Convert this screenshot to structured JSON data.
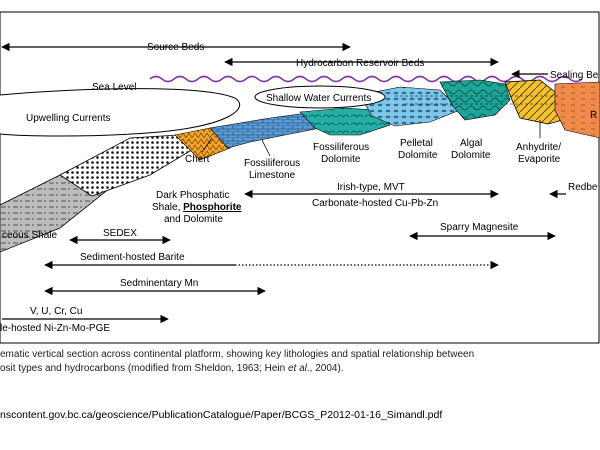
{
  "diagram": {
    "labels": {
      "source_beds": "Source Beds",
      "hydrocarbon_reservoir_beds": "Hydrocarbon Reservoir Beds",
      "sealing_beds": "Sealing Be",
      "sea_level": "Sea Level",
      "upwelling_currents": "Upwelling Currents",
      "shallow_water_currents": "Shallow Water Currents",
      "red_right": "R",
      "chert": "Chert",
      "fossiliferous_limestone_1": "Fossiliferous",
      "fossiliferous_limestone_2": "Limestone",
      "fossiliferous_dolomite_1": "Fossiliferous",
      "fossiliferous_dolomite_2": "Dolomite",
      "pelletal_dolomite_1": "Pelletal",
      "pelletal_dolomite_2": "Dolomite",
      "algal_dolomite_1": "Algal",
      "algal_dolomite_2": "Dolomite",
      "anhydrite_1": "Anhydrite/",
      "anhydrite_2": "Evaporite",
      "dark_phosphatic_1": "Dark Phosphatic",
      "dark_phosphatic_2a": "Shale, ",
      "dark_phosphatic_2b": "Phosphorite",
      "dark_phosphatic_3": "and Dolomite",
      "irish_type": "Irish-type, MVT",
      "carbonate_hosted": "Carbonate-hosted Cu-Pb-Zn",
      "redbe": "Redbe",
      "ceous_shale": "ceous Shale",
      "sedex": "SEDEX",
      "sparry_magnesite": "Sparry Magnesite",
      "sediment_hosted_barite": "Sediment-hosted Barite",
      "sedimentary_mn": "Sedminentary Mn",
      "v_u_cr_cu": "V, U, Cr, Cu",
      "shale_hosted": "le-hosted Ni-Zn-Mo-PGE"
    },
    "caption_line1": "ematic vertical section across continental platform, showing key lithologies and spatial relationship between",
    "caption_line2a": "osit types and hydrocarbons (modified from Sheldon, 1963; Hein ",
    "caption_line2b": "et al",
    "caption_line2c": "., 2004).",
    "colors": {
      "shale": "#bdbdbd",
      "chert_band": "#f5a623",
      "limestone": "#5b9bd5",
      "fossiliferous_dolomite": "#22b0a6",
      "pelletal_dolomite": "#7fc6e8",
      "algal_dolomite": "#1aa79a",
      "evaporite": "#f2c230",
      "redbed": "#f08a4b",
      "sea_wave": "#8a3aa8"
    }
  },
  "source_url": "nscontent.gov.bc.ca/geoscience/PublicationCatalogue/Paper/BCGS_P2012-01-16_Simandl.pdf"
}
